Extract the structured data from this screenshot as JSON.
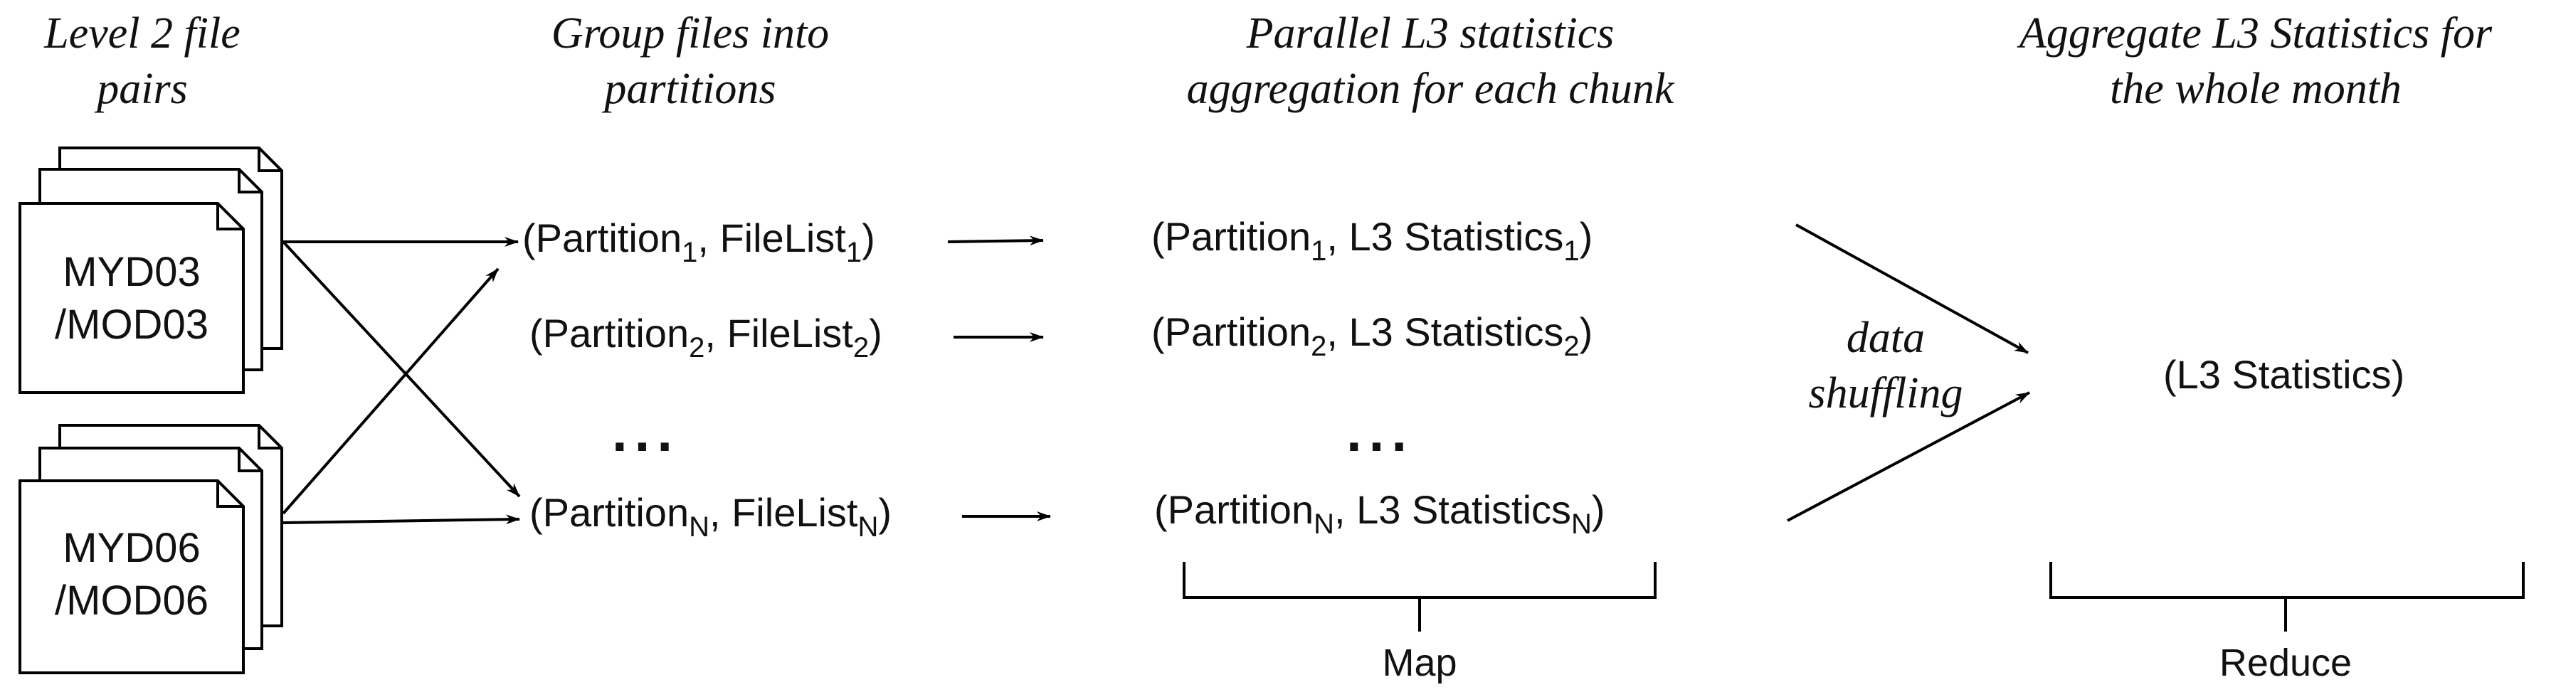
{
  "headers": {
    "level2": [
      "Level 2 file",
      "pairs"
    ],
    "group": [
      "Group files into",
      "partitions"
    ],
    "parallel": [
      "Parallel L3 statistics",
      "aggregation for each chunk"
    ],
    "aggregate": [
      "Aggregate L3 Statistics for",
      "the whole month"
    ]
  },
  "documents": {
    "myd03": [
      "MYD03",
      "/MOD03"
    ],
    "myd06": [
      "MYD06",
      "/MOD06"
    ]
  },
  "partitions": [
    {
      "open": "(Partition",
      "sub1": "1",
      "mid": ", FileList",
      "sub2": "1",
      "close": ")"
    },
    {
      "open": "(Partition",
      "sub1": "2",
      "mid": ", FileList",
      "sub2": "2",
      "close": ")"
    },
    {
      "open": "(Partition",
      "sub1": "N",
      "mid": ", FileList",
      "sub2": "N",
      "close": ")"
    }
  ],
  "statistics": [
    {
      "open": "(Partition",
      "sub1": "1",
      "mid": ", L3 Statistics",
      "sub2": "1",
      "close": ")"
    },
    {
      "open": "(Partition",
      "sub1": "2",
      "mid": ", L3 Statistics",
      "sub2": "2",
      "close": ")"
    },
    {
      "open": "(Partition",
      "sub1": "N",
      "mid": ", L3 Statistics",
      "sub2": "N",
      "close": ")"
    }
  ],
  "ellipsis": "...",
  "shuffle": [
    "data",
    "shuffling"
  ],
  "result": "(L3 Statistics)",
  "brackets": {
    "map": "Map",
    "reduce": "Reduce"
  }
}
